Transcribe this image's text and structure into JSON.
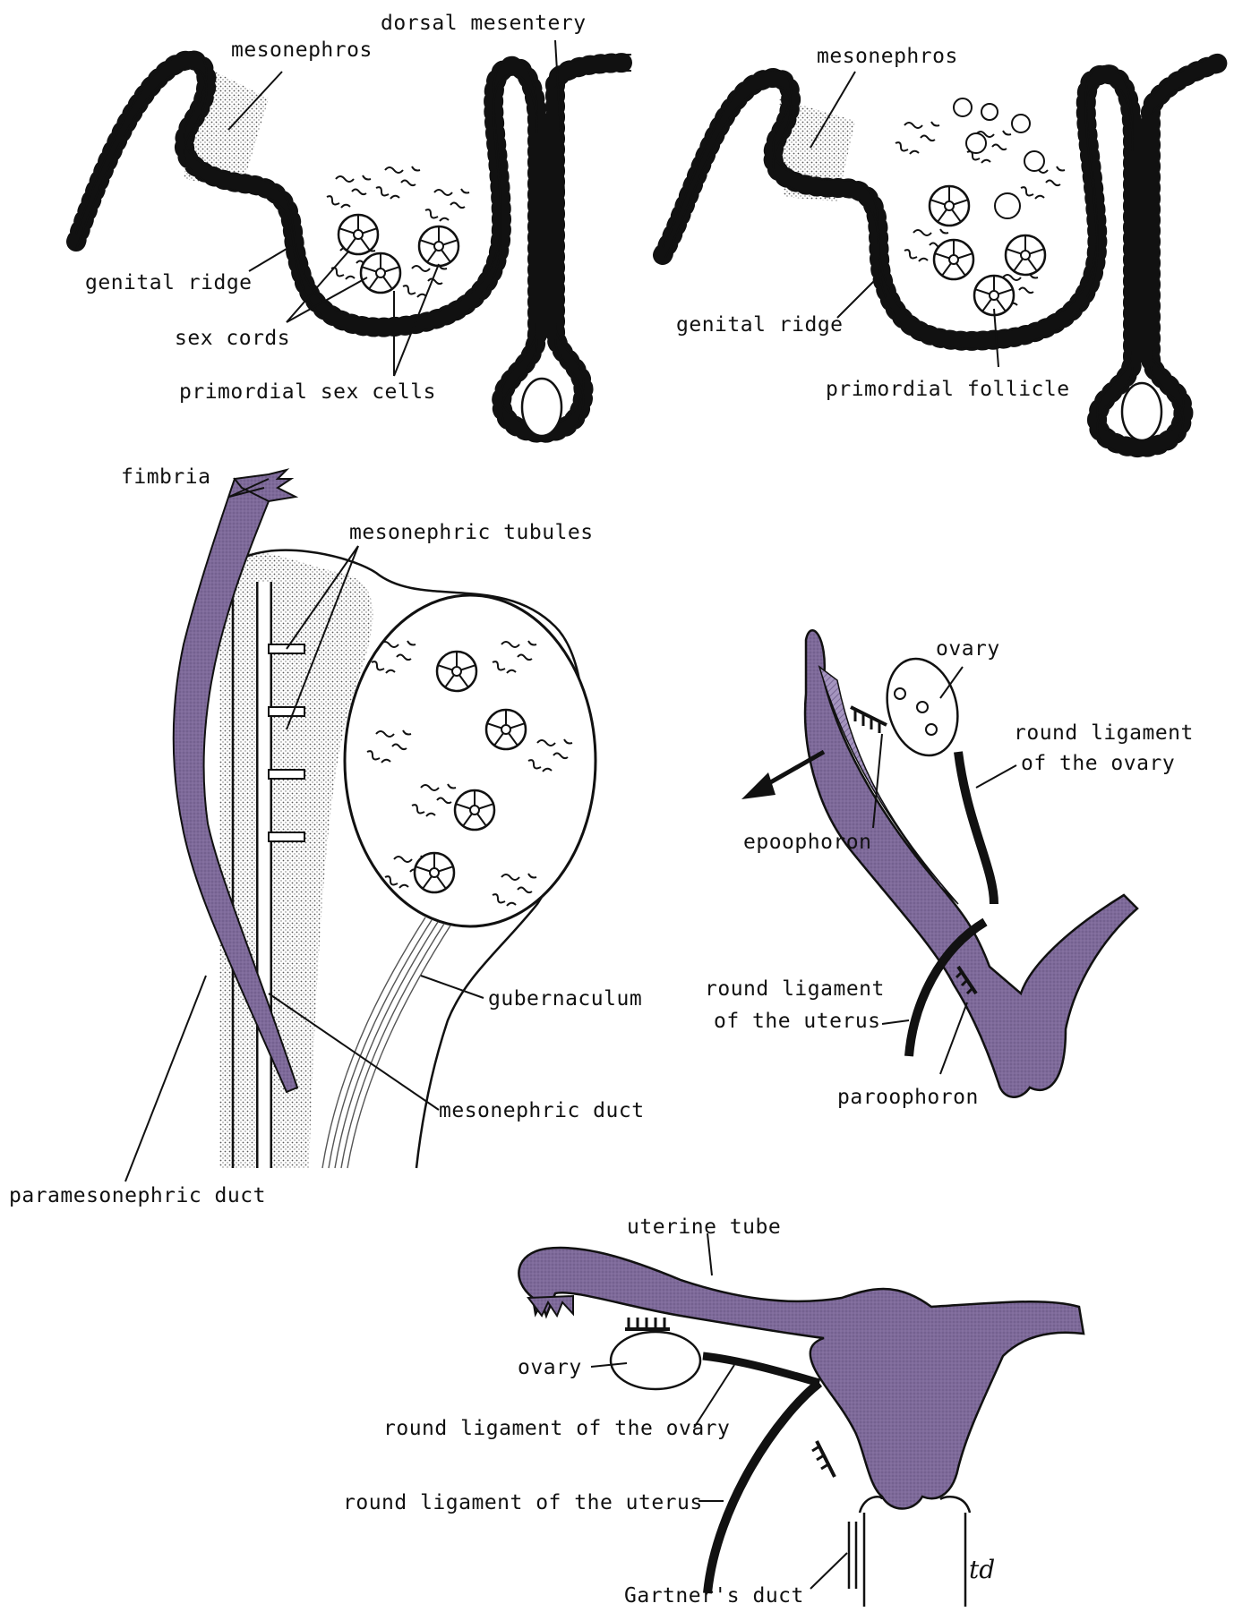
{
  "colors": {
    "purple": "#7e6a9a",
    "ink": "#111111",
    "stipple": "#b8b8b8",
    "paper": "#ffffff"
  },
  "labels": {
    "dorsal_mesentery": "dorsal mesentery",
    "mesonephros_1": "mesonephros",
    "genital_ridge_1": "genital ridge",
    "sex_cords": "sex cords",
    "primordial_sex_cells": "primordial sex cells",
    "mesonephros_2": "mesonephros",
    "genital_ridge_2": "genital ridge",
    "primordial_follicle": "primordial follicle",
    "fimbria": "fimbria",
    "mesonephric_tubules": "mesonephric tubules",
    "gubernaculum": "gubernaculum",
    "mesonephric_duct": "mesonephric duct",
    "paramesonephric_duct": "paramesonephric duct",
    "ovary_1": "ovary",
    "round_ligament_ovary_1a": "round ligament",
    "round_ligament_ovary_1b": "of the ovary",
    "epoophoron": "epoophoron",
    "round_ligament_uterus_1a": "round ligament",
    "round_ligament_uterus_1b": "of the uterus",
    "paroophoron": "paroophoron",
    "uterine_tube": "uterine tube",
    "ovary_2": "ovary",
    "round_ligament_ovary_2": "round ligament of the ovary",
    "round_ligament_uterus_2": "round ligament of the uterus",
    "gartners_duct": "Gartner's duct",
    "td": "td"
  }
}
